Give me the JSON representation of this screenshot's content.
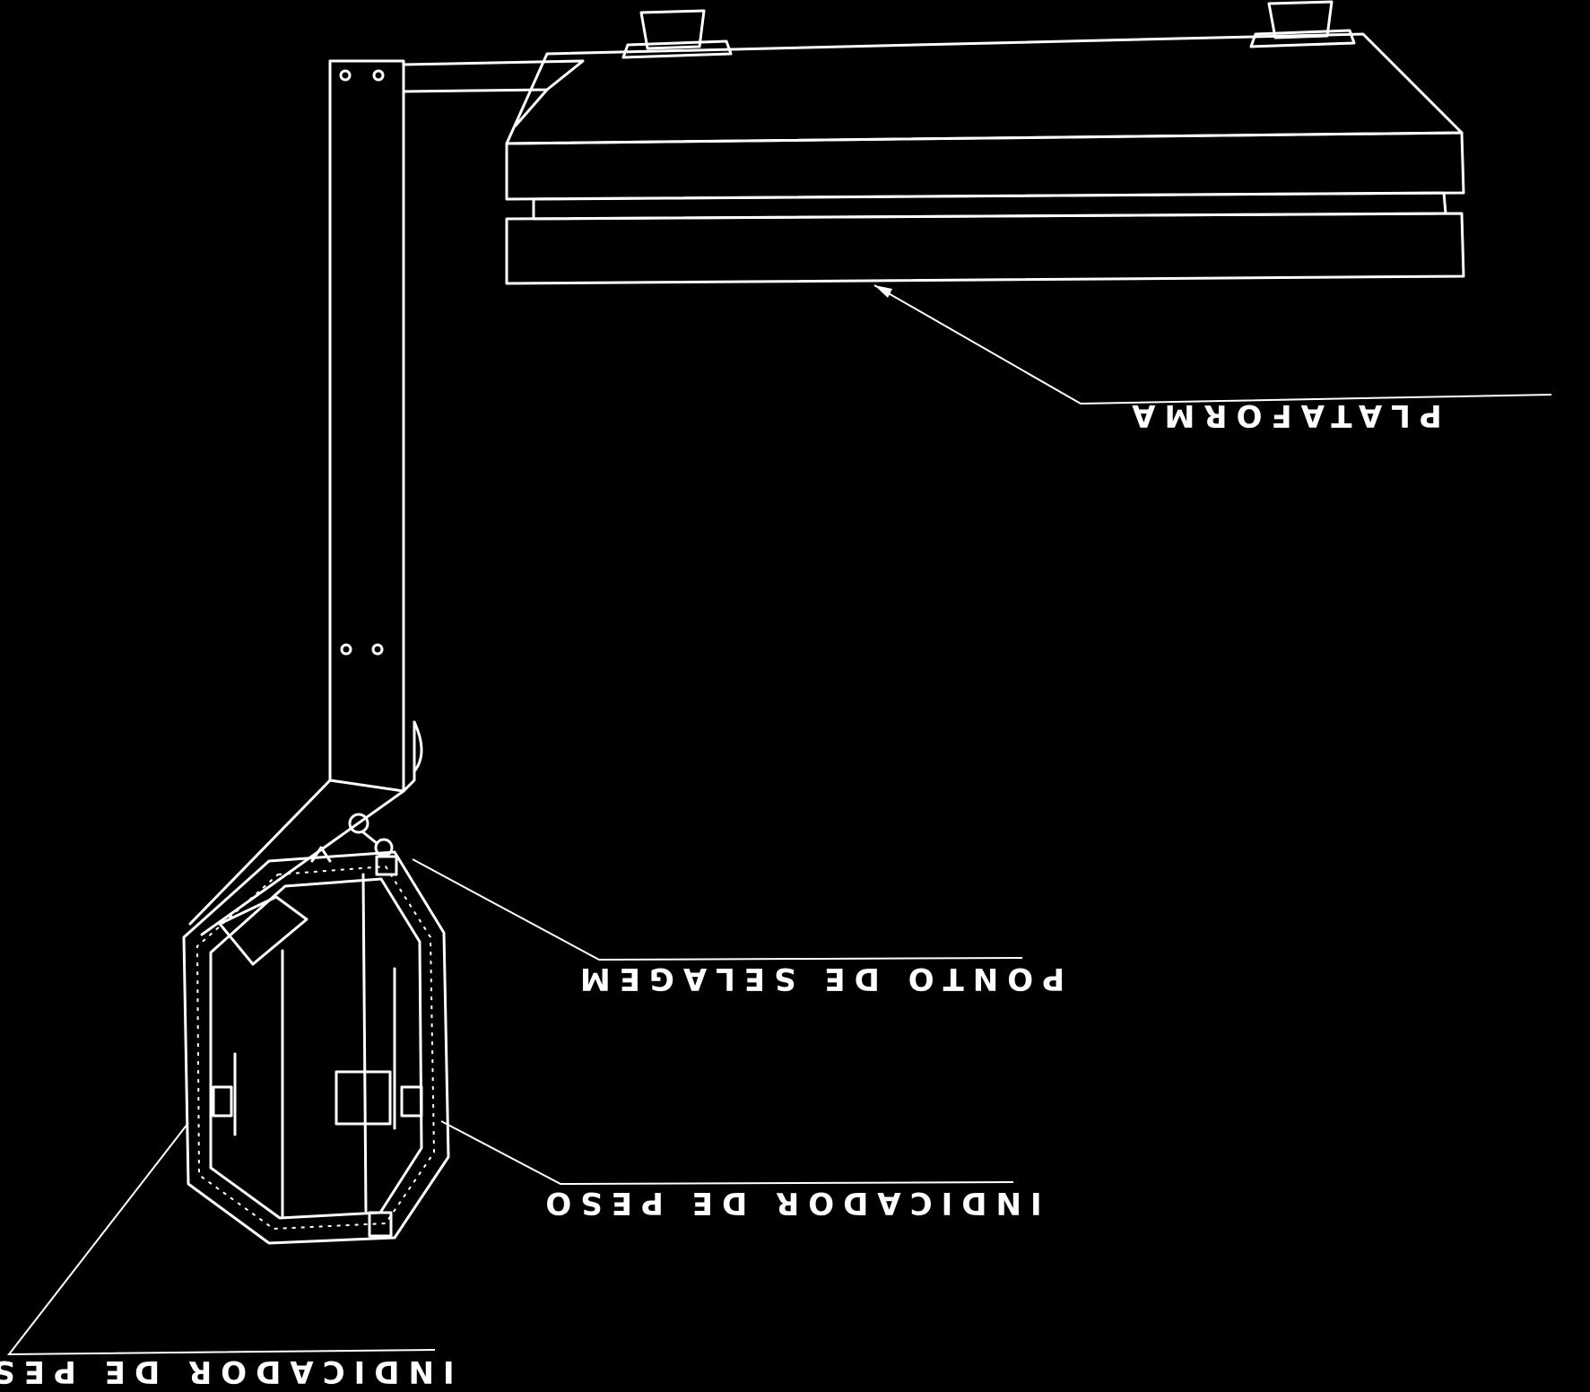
{
  "labels": {
    "plataforma": "PLATAFORMA",
    "ponto_selagem": "PONTO DE SELAGEM",
    "indicador_peso_right": "INDICADOR DE PESO",
    "indicador_peso_left": "INDICADOR DE PESO"
  },
  "colors": {
    "background": "#000000",
    "line": "#ffffff"
  }
}
